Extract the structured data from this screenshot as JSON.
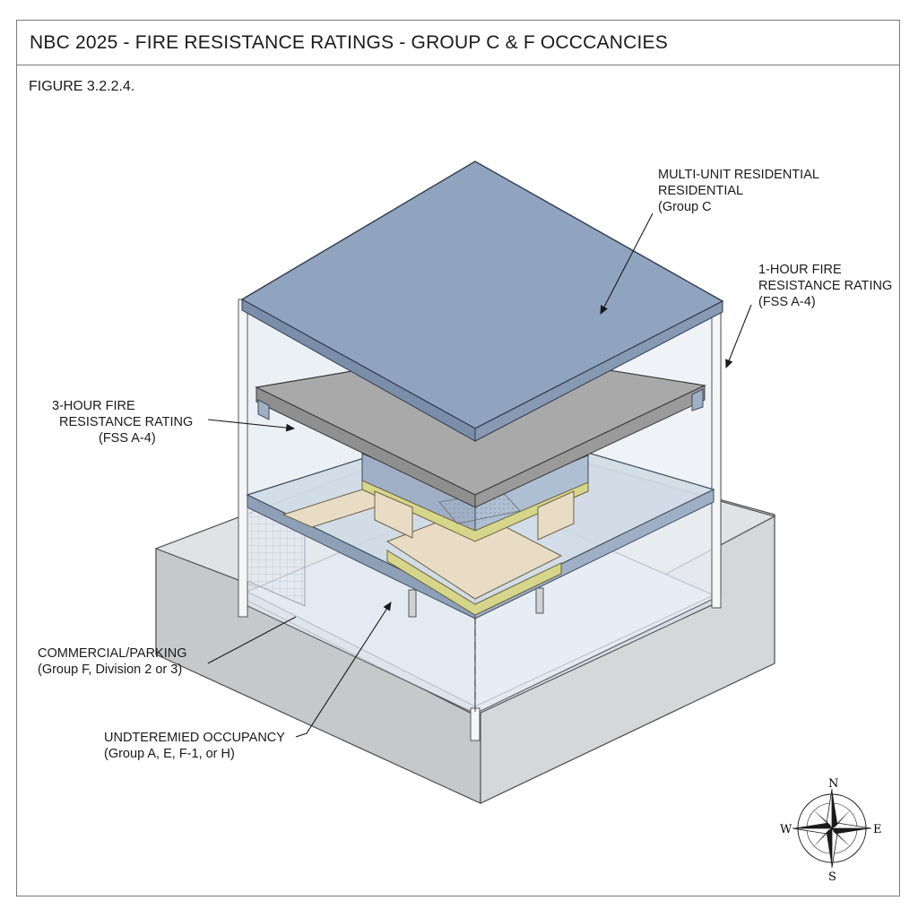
{
  "header": {
    "title": "NBC 2025 - FIRE RESISTANCE RATINGS - GROUP C & F OCCCANCIES"
  },
  "figure": {
    "label": "FIGURE 3.2.2.4."
  },
  "callouts": {
    "residential": {
      "line1": "MULTI-UNIT RESIDENTIAL",
      "line2": "RESIDENTIAL",
      "line3": "(Group C"
    },
    "one_hour": {
      "line1": "1-HOUR FIRE",
      "line2": "RESISTANCE RATING",
      "line3": "(FSS A-4)"
    },
    "three_hour": {
      "line1": "3-HOUR FIRE",
      "line2": "RESISTANCE RATING",
      "line3": "(FSS A-4)"
    },
    "commercial": {
      "line1": "COMMERCIAL/PARKING",
      "line2": "(Group F, Division 2 or 3)"
    },
    "undetermined": {
      "line1": "UNDTEREMIED OCCUPANCY",
      "line2": "(Group A, E, F-1, or H)"
    }
  },
  "compass": {
    "north": "N",
    "south": "S",
    "east": "E",
    "west": "W"
  },
  "colors": {
    "roof": "#90a4c0",
    "concrete_slab": "#a9a9a9",
    "base": "#d2d3d5",
    "glass": "#e4ebf2",
    "insulation": "#e8ddc4",
    "membrane": "#d6d68a"
  }
}
